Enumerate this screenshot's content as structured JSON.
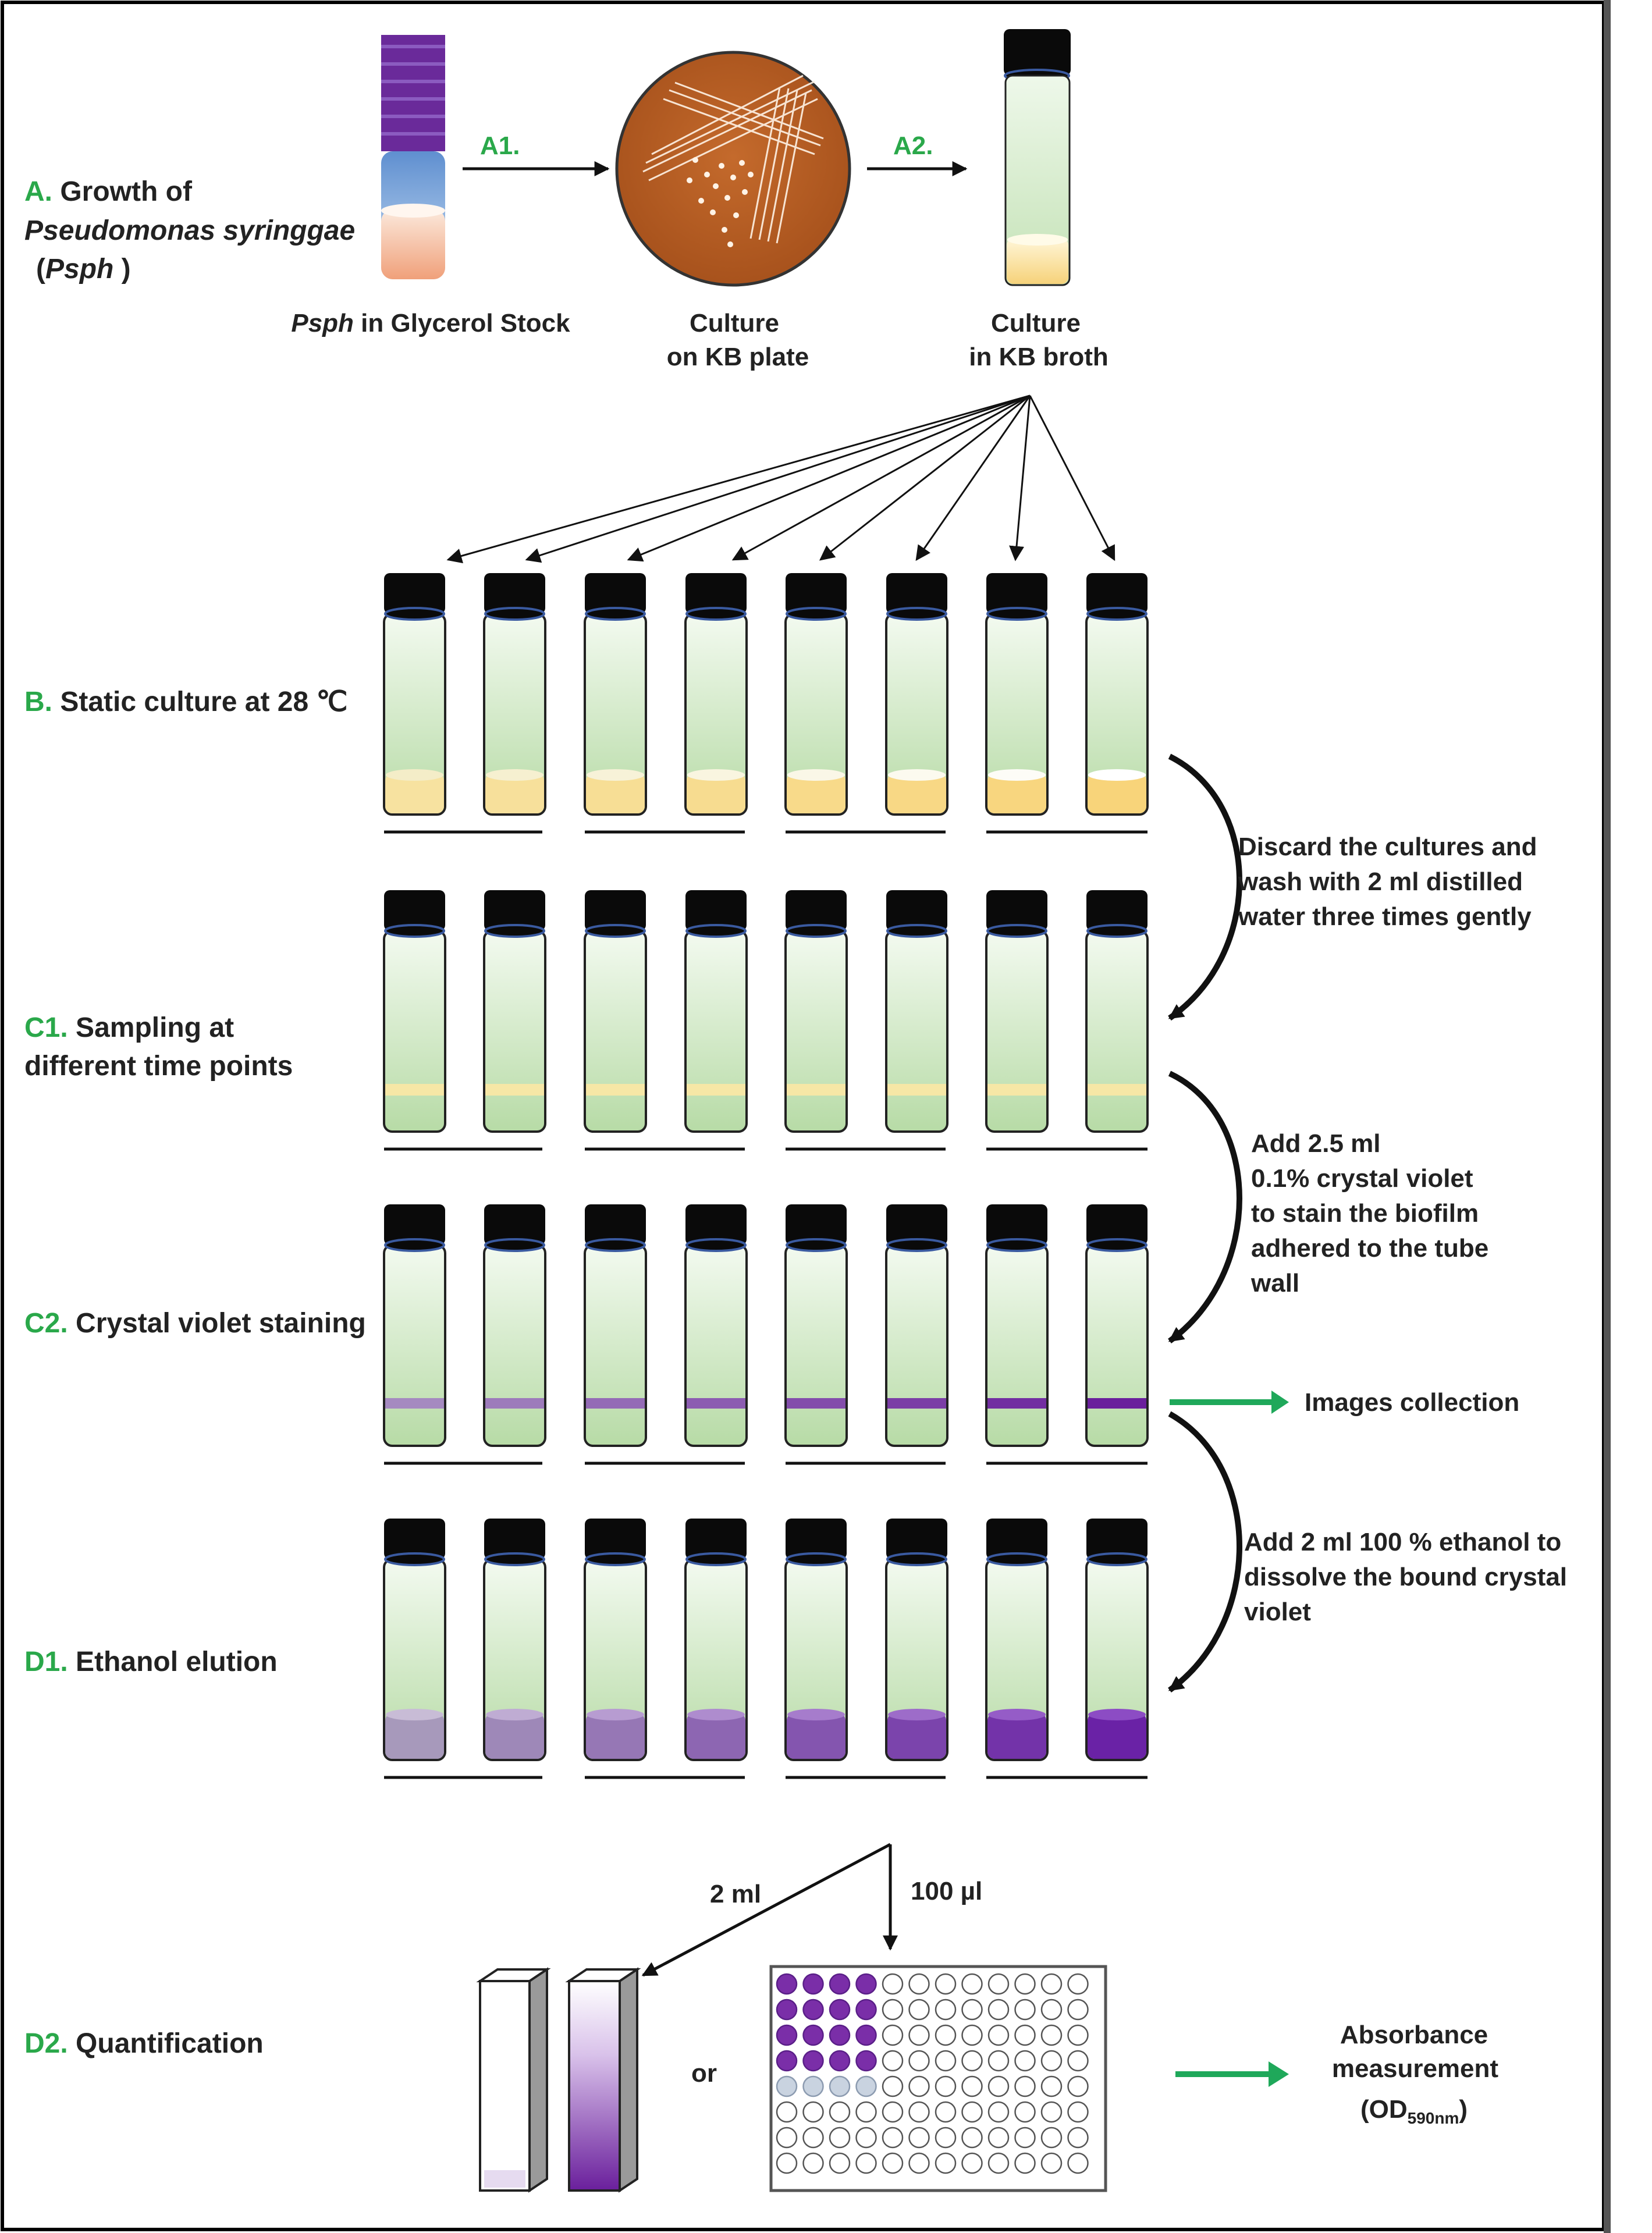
{
  "colors": {
    "section_letter": "#2aa84a",
    "text": "#222222",
    "tube_cap": "#0a0a0a",
    "tube_rim": "#3a5aa0",
    "medium_top": "#e9f5e3",
    "medium_bottom": "#b9dcaa",
    "culture": "#f8dc8a",
    "biofilm_ring": "#f6e7a6",
    "crystal_violet_light": "#9c84b4",
    "crystal_violet_dark": "#6a1f9c",
    "plate": "#b4561c",
    "green_arrow": "#1fa85a"
  },
  "sections": {
    "A": {
      "letter": "A.",
      "line1": "Growth of",
      "line2": "Pseudomonas syringgae",
      "line3_open": "(",
      "line3_italic": "Psph",
      "line3_close": " )"
    },
    "B": {
      "letter": "B.",
      "text": "Static culture at 28 ℃"
    },
    "C1": {
      "letter": "C1.",
      "line1": "Sampling at",
      "line2": "different time points"
    },
    "C2": {
      "letter": "C2.",
      "text": "Crystal violet staining"
    },
    "D1": {
      "letter": "D1.",
      "text": "Ethanol elution"
    },
    "D2": {
      "letter": "D2.",
      "text": "Quantification"
    }
  },
  "top_row": {
    "arrow_a1": "A1.",
    "arrow_a2": "A2.",
    "glycerol_italic": "Psph",
    "glycerol_rest": " in Glycerol Stock",
    "plate_line1": "Culture",
    "plate_line2": "on  KB plate",
    "broth_line1": "Culture",
    "broth_line2": "in KB broth"
  },
  "steps": {
    "wash": [
      "Discard the cultures and",
      "wash with 2 ml distilled",
      "water three times gently"
    ],
    "stain": [
      "Add 2.5 ml",
      "0.1%  crystal violet",
      "to stain the biofilm",
      "adhered to the tube",
      "wall"
    ],
    "images": "Images collection",
    "ethanol": [
      "Add 2 ml 100 %  ethanol to",
      "dissolve the bound crystal",
      "violet"
    ]
  },
  "quantification": {
    "cuvette_volume": "2 ml",
    "plate_volume": "100 µl",
    "or": "or",
    "absorbance_line1": "Absorbance",
    "absorbance_line2": "measurement",
    "od_prefix": "(OD",
    "od_sub": "590nm",
    "od_suffix": ")"
  }
}
